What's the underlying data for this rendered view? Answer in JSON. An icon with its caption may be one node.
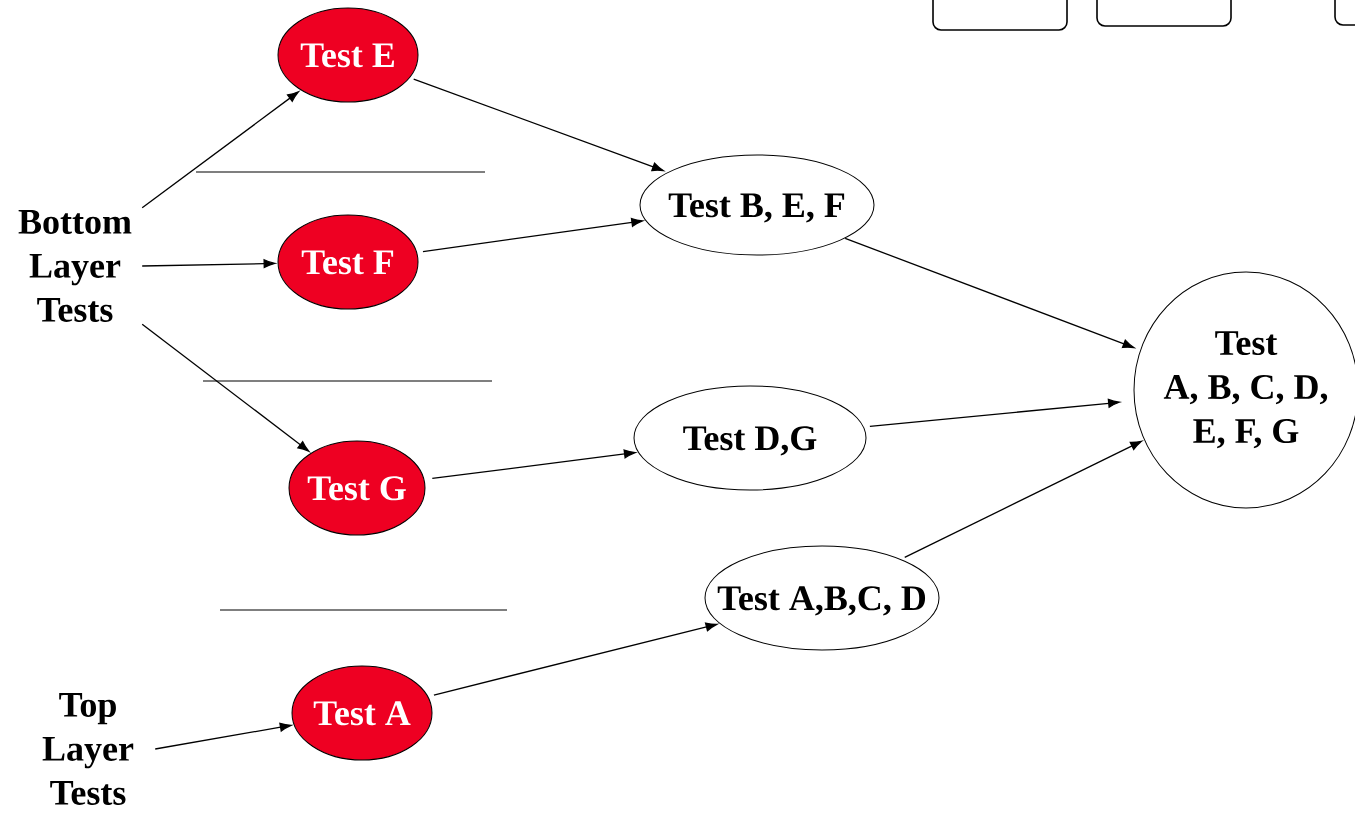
{
  "diagram": {
    "nodes": [
      {
        "text": [
          "Bottom Layer Tests"
        ]
      },
      {
        "text": [
          "Test E"
        ]
      },
      {
        "text": [
          "Test F"
        ]
      },
      {
        "text": [
          "Test G"
        ]
      },
      {
        "text": [
          "Top Layer Tests"
        ]
      },
      {
        "text": [
          "Test A"
        ]
      },
      {
        "text": [
          "Test B, E, F"
        ]
      },
      {
        "text": [
          "Test D,G"
        ]
      },
      {
        "text": [
          "Test A,B,C, D"
        ]
      },
      {
        "text": [
          "Test",
          "A, B, C, D, E, F, G"
        ]
      }
    ],
    "edges": [
      {
        "from": 0,
        "to": 1,
        "arrow": "to"
      },
      {
        "from": 0,
        "to": 2,
        "arrow": "to"
      },
      {
        "from": 0,
        "to": 3,
        "arrow": "to"
      },
      {
        "from": 4,
        "to": 5,
        "arrow": "to"
      },
      {
        "from": 1,
        "to": 6,
        "arrow": "to"
      },
      {
        "from": 2,
        "to": 6,
        "arrow": "to"
      },
      {
        "from": 3,
        "to": 7,
        "arrow": "to"
      },
      {
        "from": 5,
        "to": 8,
        "arrow": "to"
      },
      {
        "from": 6,
        "to": 9,
        "arrow": "to"
      },
      {
        "from": 7,
        "to": 9,
        "arrow": "to"
      },
      {
        "from": 8,
        "to": 9,
        "arrow": "to"
      }
    ]
  }
}
